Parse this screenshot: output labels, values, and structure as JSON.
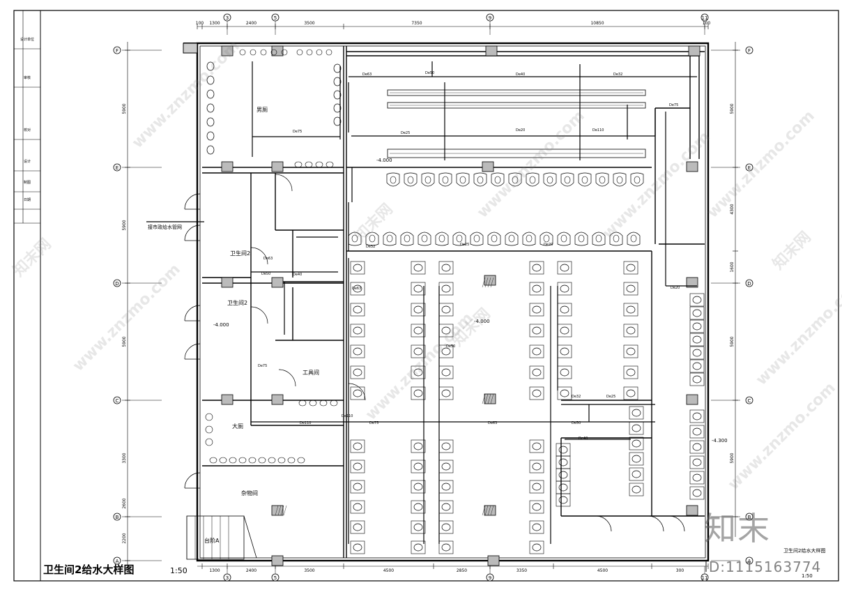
{
  "drawing": {
    "title": "卫生间2给水大样图",
    "scale": "1:50",
    "small_title": "卫生间2给水大样图",
    "small_scale": "1:50",
    "logo_text": "知末",
    "id_text": "ID:1115163774",
    "watermark": "www.znzmo.com",
    "watermark_cn": "知末网"
  },
  "grid_top": [
    "3",
    "5",
    "9",
    "11"
  ],
  "grid_bottom": [
    "3",
    "5",
    "9",
    "11"
  ],
  "grid_left": [
    "F",
    "E",
    "D",
    "C",
    "B",
    "A"
  ],
  "grid_right": [
    "F",
    "E",
    "D",
    "C",
    "B",
    "A"
  ],
  "dims_top": [
    "100",
    "1300",
    "2400",
    "3500",
    "7350",
    "10850",
    "100"
  ],
  "dims_bottom": [
    "1300",
    "2400",
    "3500",
    "4500",
    "2850",
    "3350",
    "4500",
    "300"
  ],
  "dims_left": [
    "5900",
    "5900",
    "5900",
    "3300",
    "2600",
    "2200"
  ],
  "dims_right": [
    "5900",
    "4300",
    "1600",
    "5900",
    "5900"
  ],
  "rooms": {
    "mens": "男厕",
    "toilet2a": "卫生间2",
    "toilet2b": "卫生间2",
    "tool": "工具间",
    "big": "大厕",
    "storage": "杂物间",
    "stair": "台阶A"
  },
  "levels": {
    "main": "-4.000",
    "left": "-4.000",
    "hall": "-4.000",
    "right": "-4.300"
  },
  "pipe_labels": [
    "De75",
    "De63",
    "De50",
    "De40",
    "De32",
    "De25",
    "De20",
    "De110"
  ],
  "note": "接市政给水管网",
  "titleblock": [
    "设计单位",
    "审核",
    "校对",
    "设计",
    "制图",
    "日期"
  ]
}
